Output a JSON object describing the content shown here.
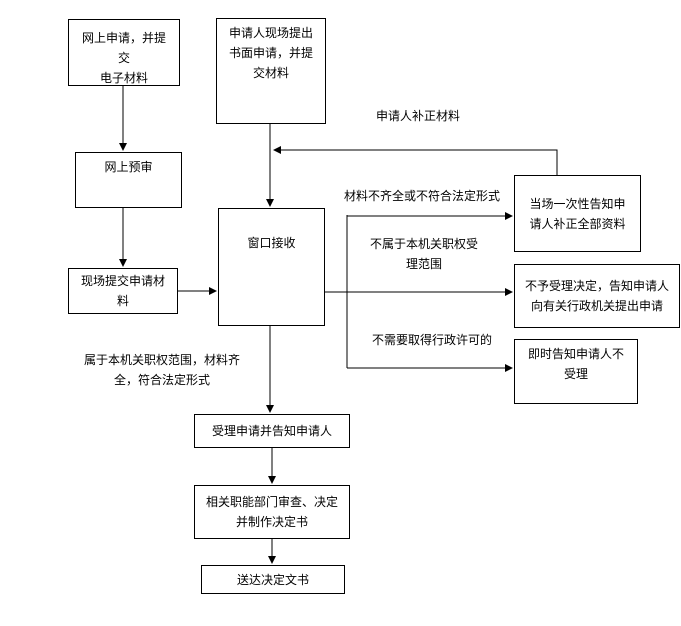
{
  "boxes": {
    "online_apply": "网上申请，并提交\n电子材料",
    "onsite_apply": "申请人现场提出\n书面申请，并提\n交材料",
    "online_precheck": "网上预审",
    "onsite_submit": "现场提交申请材\n料",
    "window_receive": "窗口接收",
    "notify_supplement": "当场一次性告知申\n请人补正全部资料",
    "not_accept": "不予受理决定，告知申请人\n向有关行政机关提出申请",
    "notify_not_accept": "即时告知申请人不\n受理",
    "accept_notify": "受理申请并告知申请人",
    "review_decide": "相关职能部门审查、决定\n并制作决定书",
    "deliver": "送达决定文书"
  },
  "labels": {
    "supplement": "申请人补正材料",
    "incomplete": "材料不齐全或不符合法定形式",
    "not_in_scope": "不属于本机关职权受\n理范围",
    "no_permit": "不需要取得行政许可的",
    "in_scope": "属于本机关职权范围，材料齐\n全，符合法定形式"
  }
}
